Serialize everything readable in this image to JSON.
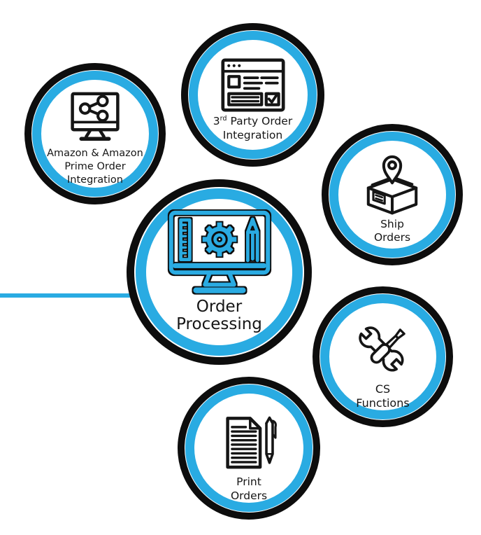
{
  "diagram": {
    "name": "order-processing-hub-diagram",
    "colors": {
      "ring_blue": "#29ABE2",
      "ring_black": "#0d0d0d",
      "connector_blue": "#29ABE2",
      "icon_black": "#151515",
      "icon_blue": "#29ABE2",
      "text": "#161616",
      "background": "#ffffff"
    },
    "connector": {
      "description": "horizontal cyan line from left edge into center bubble"
    },
    "circles": {
      "amazon": {
        "icon": "monitor-share-icon",
        "label_lines": [
          "Amazon & Amazon",
          "Prime Order",
          "Integration"
        ]
      },
      "third_party": {
        "icon": "browser-form-check-icon",
        "line1_pre": "3",
        "line1_sup": "rd",
        "line1_post": " Party Order",
        "line2": "Integration"
      },
      "ship": {
        "icon": "package-location-pin-icon",
        "label_lines": [
          "Ship",
          "Orders"
        ]
      },
      "order_processing": {
        "icon": "monitor-gear-ruler-pencil-icon",
        "label_lines": [
          "Order",
          "Processing"
        ]
      },
      "cs": {
        "icon": "wrench-screwdriver-icon",
        "label_lines": [
          "CS",
          "Functions"
        ]
      },
      "print": {
        "icon": "document-pen-icon",
        "label_lines": [
          "Print",
          "Orders"
        ]
      }
    }
  }
}
